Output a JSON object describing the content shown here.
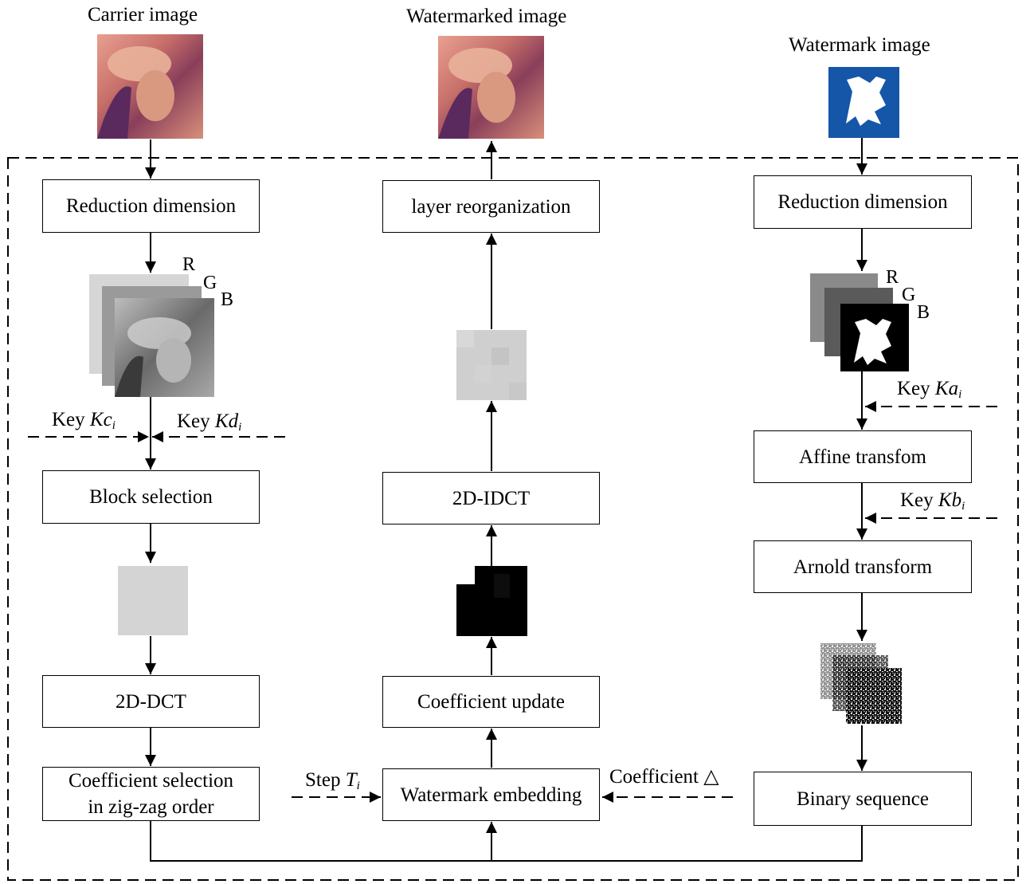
{
  "images": {
    "carrier": "Carrier image",
    "watermarked": "Watermarked image",
    "watermark": "Watermark image"
  },
  "left": {
    "reduction": "Reduction dimension",
    "block_selection": "Block selection",
    "dct": "2D-DCT",
    "coef_selection_1": "Coefficient selection",
    "coef_selection_2": "in zig-zag order"
  },
  "middle": {
    "layer_reorg": "layer reorganization",
    "idct": "2D-IDCT",
    "coef_update": "Coefficient update",
    "embedding": "Watermark embedding"
  },
  "right": {
    "reduction": "Reduction dimension",
    "affine": "Affine transfom",
    "arnold": "Arnold transform",
    "binary": "Binary sequence"
  },
  "keys": {
    "kc_prefix": "Key ",
    "kc_var": "Kc",
    "kc_sub": "i",
    "kd_prefix": "Key ",
    "kd_var": "Kd",
    "kd_sub": "i",
    "ka_prefix": "Key ",
    "ka_var": "Ka",
    "ka_sub": "i",
    "kb_prefix": "Key ",
    "kb_var": "Kb",
    "kb_sub": "i",
    "step_prefix": "Step ",
    "step_var": "T",
    "step_sub": "i",
    "coefficient": "Coefficient △"
  },
  "channels": {
    "r": "R",
    "g": "G",
    "b": "B"
  },
  "colors": {
    "watermark_blue": "#1556a8",
    "stroke": "#000000"
  }
}
